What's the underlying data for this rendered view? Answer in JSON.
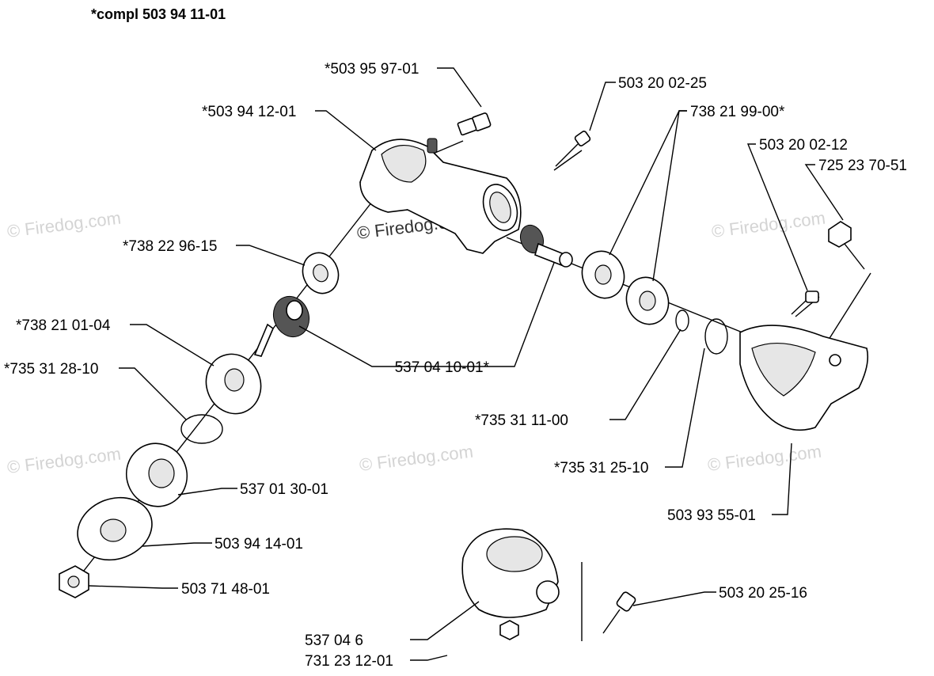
{
  "title": "*compl 503 94 11-01",
  "watermark": "© Firedog.com",
  "parts": {
    "p1": "*503 95 97-01",
    "p2": "503 20 02-25",
    "p3": "*503 94 12-01",
    "p4": "738 21 99-00*",
    "p5": "503 20 02-12",
    "p6": "725 23 70-51",
    "p7": "*738 22 96-15",
    "p8": "*738 21 01-04",
    "p9": "537 04 10-01*",
    "p10": "*735 31 28-10",
    "p11": "*735 31 11-00",
    "p12": "*735 31 25-10",
    "p13": "537 01 30-01",
    "p14": "503 93 55-01",
    "p15": "503 94 14-01",
    "p16": "503 71 48-01",
    "p17": "503 20 25-16",
    "p18": "537 04 6",
    "p19": "731 23 12-01"
  }
}
